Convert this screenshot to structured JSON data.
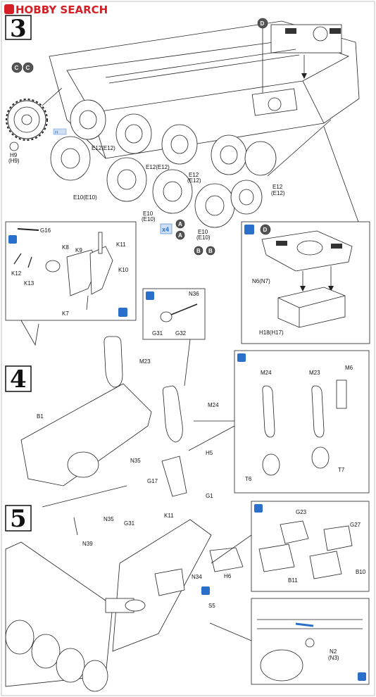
{
  "watermark": {
    "brand": "HOBBY SEARCH",
    "colors": {
      "brand_red": "#d41f26",
      "brand_text": "#1b1b1b"
    }
  },
  "steps": [
    {
      "number": "3"
    },
    {
      "number": "4"
    },
    {
      "number": "5"
    }
  ],
  "step3": {
    "circle_labels": {
      "c1": "C",
      "c2": "C",
      "d_top": "D",
      "a1": "A",
      "a2": "A",
      "b1": "B",
      "b2": "B",
      "d_box": "D"
    },
    "qty_label": "x4",
    "labels": {
      "h9": "H9",
      "h9b": "(H9)",
      "e12a": "E12(E12)",
      "e12b": "E12(E12)",
      "e12c": "E12",
      "e12c2": "(E12)",
      "e12d": "E12",
      "e12d2": "(E12)",
      "e10a": "E10(E10)",
      "e10b": "E10",
      "e10b2": "(E10)",
      "e10c": "E10",
      "e10c2": "(E10)",
      "n6": "N6(N7)",
      "h18": "H18(H17)",
      "hsmall": "H"
    }
  },
  "step4": {
    "labels": {
      "g16": "G16",
      "k8": "K8",
      "k9": "K9",
      "k11a": "K11",
      "k10": "K10",
      "k12": "K12",
      "k13": "K13",
      "k7": "K7",
      "n36": "N36",
      "g31a": "G31",
      "g32": "G32",
      "m23a": "M23",
      "m24a": "M24",
      "b1": "B1",
      "n35a": "N35",
      "h5": "H5",
      "g17": "G17",
      "g1": "G1",
      "k11b": "K11",
      "n35b": "N35",
      "g31b": "G31",
      "n39": "N39",
      "m24b": "M24",
      "m23b": "M23",
      "m6": "M6",
      "t6": "T6",
      "t7": "T7"
    }
  },
  "step5": {
    "labels": {
      "g23": "G23",
      "g27": "G27",
      "b11": "B11",
      "b10": "B10",
      "n34": "N34",
      "h6": "H6",
      "s5": "S5",
      "n2": "N2",
      "n3": "(N3)"
    }
  }
}
